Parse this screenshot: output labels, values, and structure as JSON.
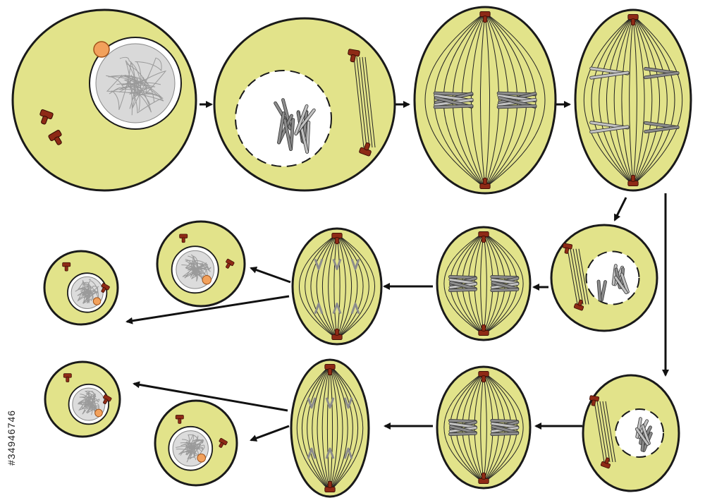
{
  "colors": {
    "cytoplasm": "#e2e38a",
    "outline": "#1a1a1a",
    "nucleus_fill": "#ffffff",
    "chromatin": "#bdbdbd",
    "chromosome": "#8c8c8c",
    "chromosome_light": "#c2c2c2",
    "centriole": "#8e2a16",
    "nucleolus": "#f2a15c",
    "arrow": "#111111"
  },
  "stock_id": "#34946746",
  "cells": [
    {
      "id": "interphase",
      "kind": "interphase",
      "icon": "interphase-cell-icon"
    },
    {
      "id": "prophase",
      "kind": "prophase",
      "icon": "prophase-cell-icon"
    },
    {
      "id": "metaphase-1",
      "kind": "metaphase",
      "icon": "metaphase-cell-icon"
    },
    {
      "id": "anaphase-1",
      "kind": "anaphase",
      "icon": "anaphase-cell-icon"
    },
    {
      "id": "prophase-2-upper",
      "kind": "prophase",
      "icon": "prophase-cell-icon"
    },
    {
      "id": "metaphase-2-upper",
      "kind": "metaphase",
      "icon": "metaphase-cell-icon"
    },
    {
      "id": "anaphase-2-upper",
      "kind": "anaphase",
      "icon": "anaphase-cell-icon"
    },
    {
      "id": "daughter-1",
      "kind": "daughter",
      "icon": "daughter-cell-icon"
    },
    {
      "id": "daughter-2",
      "kind": "daughter",
      "icon": "daughter-cell-icon"
    },
    {
      "id": "prophase-2-lower",
      "kind": "prophase",
      "icon": "prophase-cell-icon"
    },
    {
      "id": "metaphase-2-lower",
      "kind": "metaphase",
      "icon": "metaphase-cell-icon"
    },
    {
      "id": "anaphase-2-lower",
      "kind": "anaphase",
      "icon": "anaphase-cell-icon"
    },
    {
      "id": "daughter-3",
      "kind": "daughter",
      "icon": "daughter-cell-icon"
    },
    {
      "id": "daughter-4",
      "kind": "daughter",
      "icon": "daughter-cell-icon"
    }
  ]
}
